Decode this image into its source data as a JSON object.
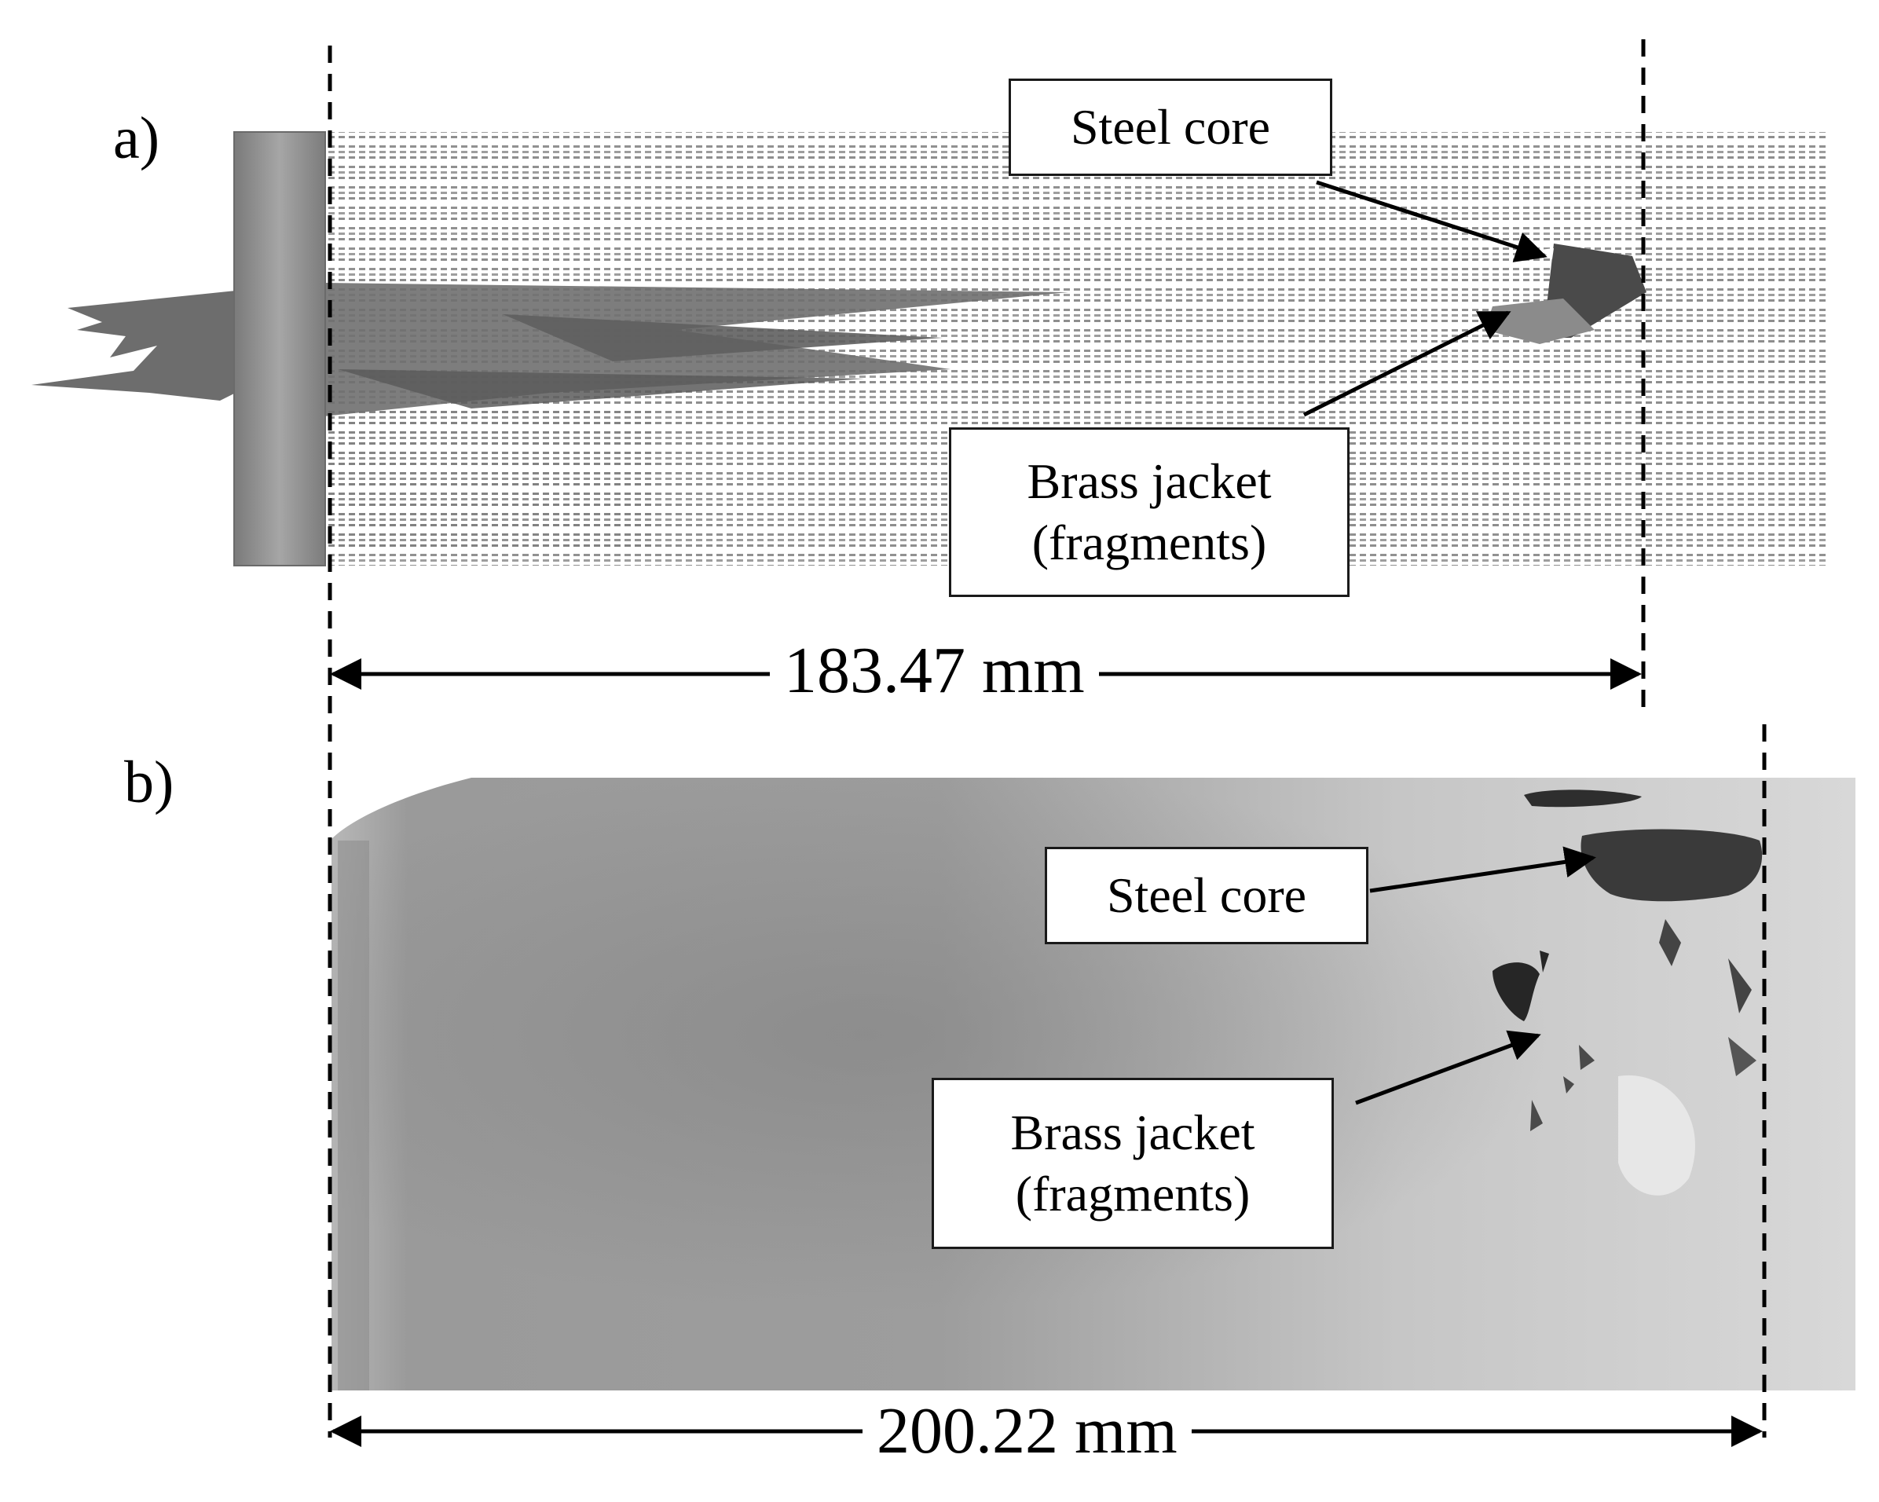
{
  "panels": {
    "a": {
      "letter": "a)",
      "steel_core_label": "Steel core",
      "brass_label_line1": "Brass jacket",
      "brass_label_line2": "(fragments)",
      "dimension": "183.47 mm"
    },
    "b": {
      "letter": "b)",
      "steel_core_label": "Steel core",
      "brass_label_line1": "Brass jacket",
      "brass_label_line2": "(fragments)",
      "dimension": "200.22 mm"
    }
  },
  "colors": {
    "ink": "#000000",
    "plate": "#8c8c8c",
    "mesh": "#8a8a8a",
    "radiograph_dark": "#8f8f8f",
    "radiograph_light": "#d6d6d6"
  }
}
